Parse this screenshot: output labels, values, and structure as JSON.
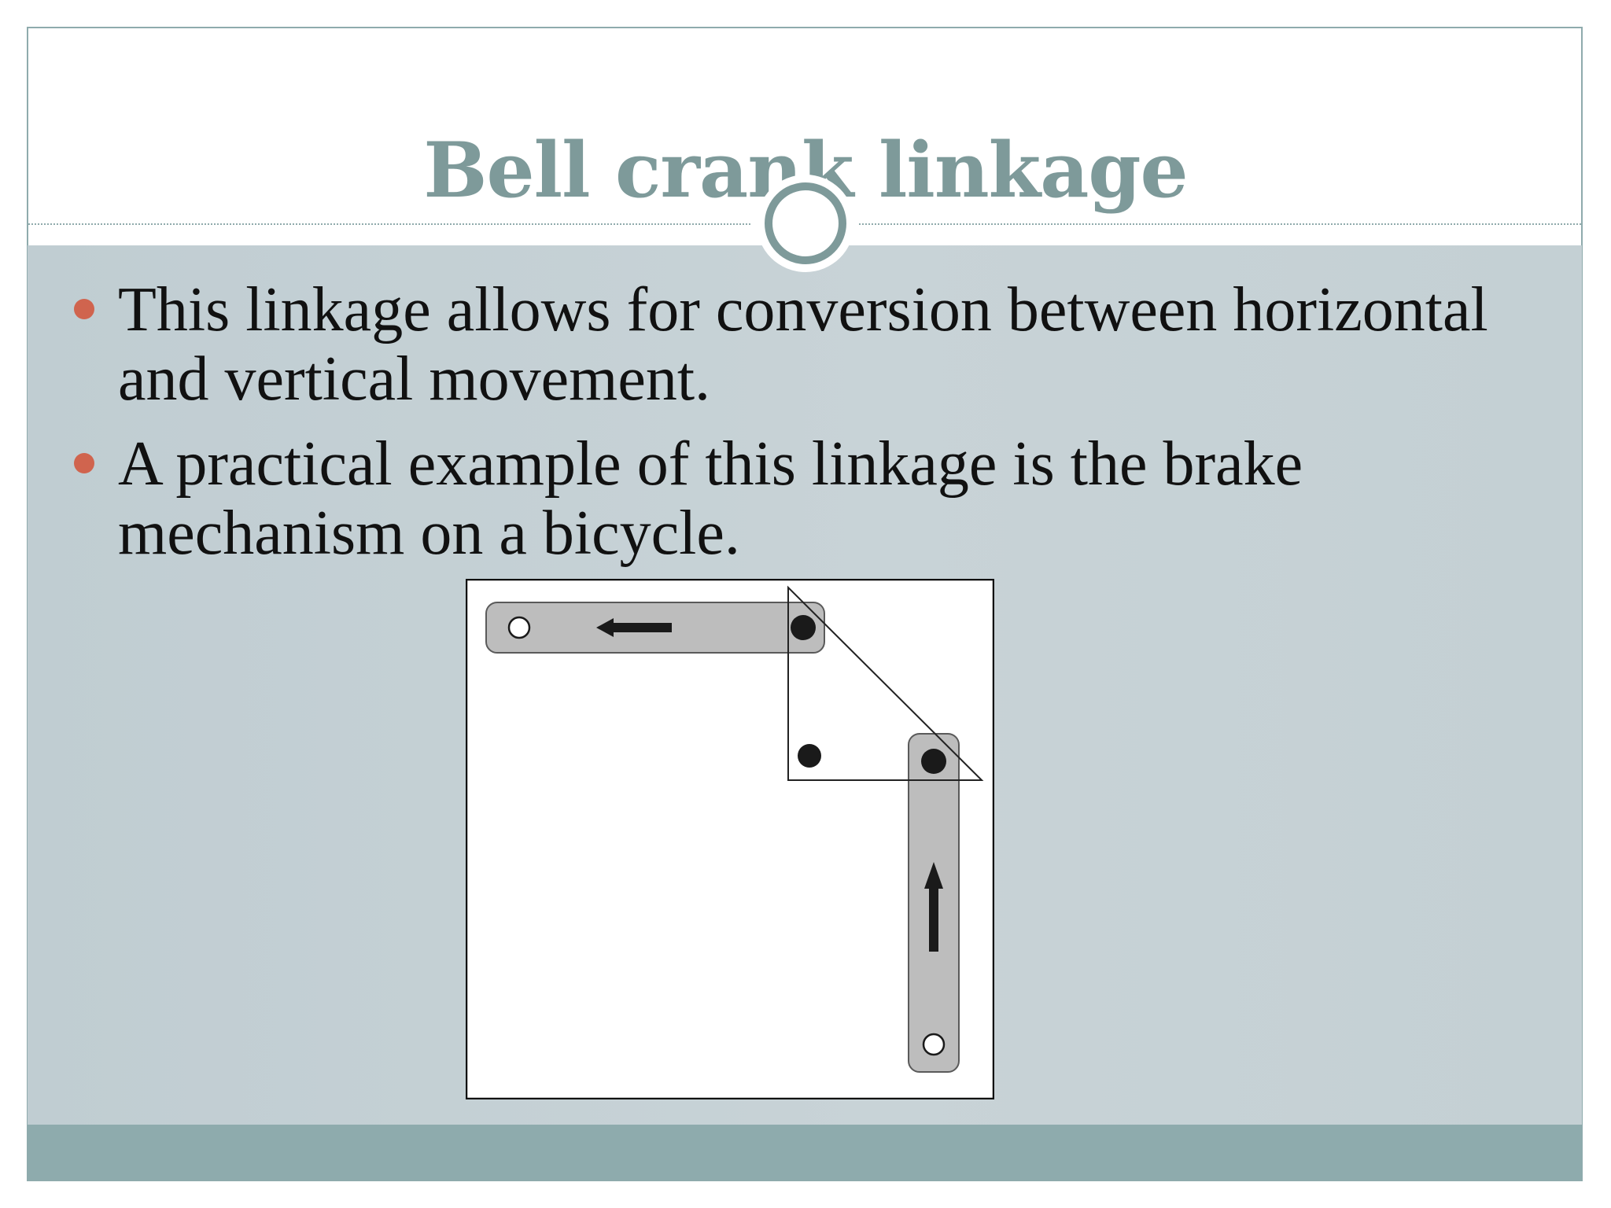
{
  "slide": {
    "title": "Bell crank linkage",
    "bullets": [
      "This linkage allows for conversion between horizontal and vertical movement.",
      "A practical example of this linkage is the brake mechanism on a bicycle."
    ],
    "colors": {
      "title": "#7e9a9a",
      "bullet": "#d0644e",
      "panel": "#c4d0d4",
      "footer": "#8eabad",
      "text": "#111111"
    }
  },
  "diagram": {
    "arrow_directions": [
      "left",
      "up"
    ],
    "colors": {
      "bar_fill": "#bdbdbd",
      "bar_stroke": "#5a5a5a",
      "pivot": "#1a1a1a",
      "background": "#ffffff"
    }
  }
}
